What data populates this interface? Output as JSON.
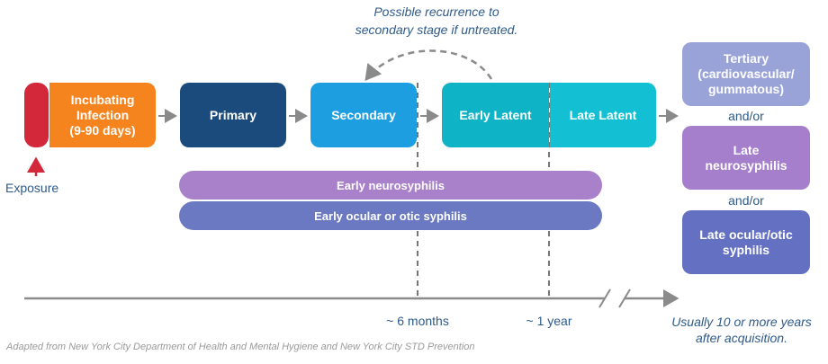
{
  "recurrence_note": "Possible recurrence to\nsecondary stage if untreated.",
  "stages": {
    "incubating": "Incubating\nInfection\n(9-90 days)",
    "primary": "Primary",
    "secondary": "Secondary",
    "early_latent": "Early Latent",
    "late_latent": "Late Latent"
  },
  "exposure_label": "Exposure",
  "bars": {
    "early_neuro": "Early neurosyphilis",
    "early_ocular": "Early ocular or otic syphilis"
  },
  "late_outcomes": {
    "tertiary": "Tertiary\n(cardiovascular/\ngummatous)",
    "andor_1": "and/or",
    "late_neuro": "Late\nneurosyphilis",
    "andor_2": "and/or",
    "late_ocular": "Late ocular/otic\nsyphilis"
  },
  "timeline": {
    "six_months": "~ 6 months",
    "one_year": "~ 1 year",
    "years_note": "Usually 10 or more years\nafter acquisition."
  },
  "source_note": "Adapted from New York City Department of Health and Mental Hygiene and New York City STD Prevention",
  "colors": {
    "exposure": "#d3273a",
    "incubating": "#f5841f",
    "primary": "#1b4a7d",
    "secondary": "#1d9ee0",
    "early_latent": "#0fb3c6",
    "late_latent": "#12bfd3",
    "early_neuro": "#a981cb",
    "early_ocular": "#6b78c2",
    "tertiary": "#9aa3d8",
    "late_neuro": "#a57fcb",
    "late_ocular": "#6470c2",
    "note_text": "#2e5a8a",
    "arrow": "#8a8a8a"
  }
}
